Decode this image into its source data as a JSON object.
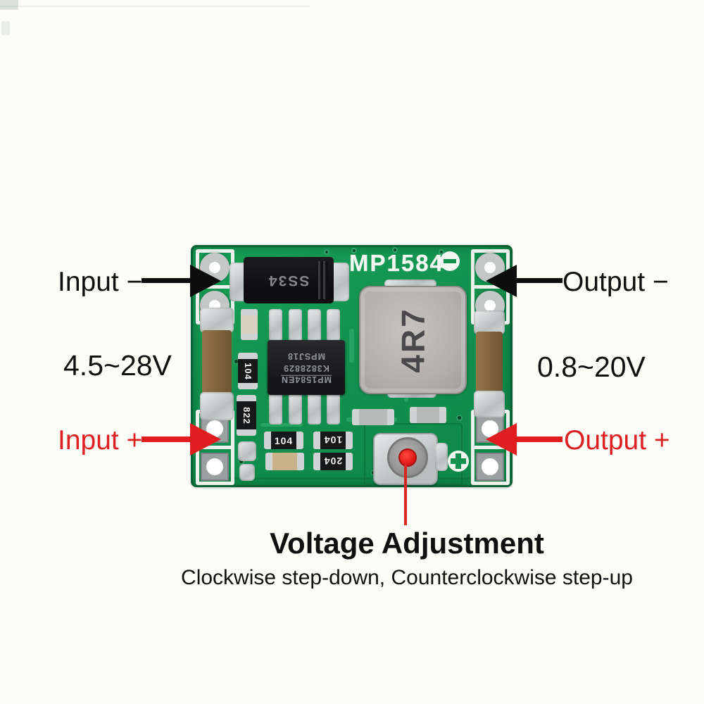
{
  "labels": {
    "input_minus": "Input −",
    "input_range": "4.5~28V",
    "input_plus": "Input +",
    "output_minus": "Output −",
    "output_range": "0.8~20V",
    "output_plus": "Output +"
  },
  "callout": {
    "title": "Voltage Adjustment",
    "subtitle": "Clockwise step-down, Counterclockwise step-up"
  },
  "board": {
    "silkscreen_model": "MP1584",
    "diode_marking": "SS34",
    "ic_marking_lines": [
      "MP1584EN",
      "K3828829",
      "MPSJ18"
    ],
    "inductor_marking": "4R7",
    "resistor_markings": {
      "r_104_vertical": "104",
      "r_822_vertical": "822",
      "r_104_a": "104",
      "r_104_b": "104",
      "r_204": "204"
    }
  },
  "colors": {
    "pcb_green": "#12914f",
    "pcb_edge": "#0a6133",
    "silkscreen_white": "#f2f7f2",
    "label_black": "#101010",
    "label_red": "#de2023",
    "arrow_black": "#0d0d0d",
    "arrow_red": "#e01d1f",
    "inductor_gray": "#b3afac",
    "capacitor_brown": "#8a6a45",
    "solder_silver": "#cfd3d3",
    "pot_dot_red": "#dd1613"
  }
}
